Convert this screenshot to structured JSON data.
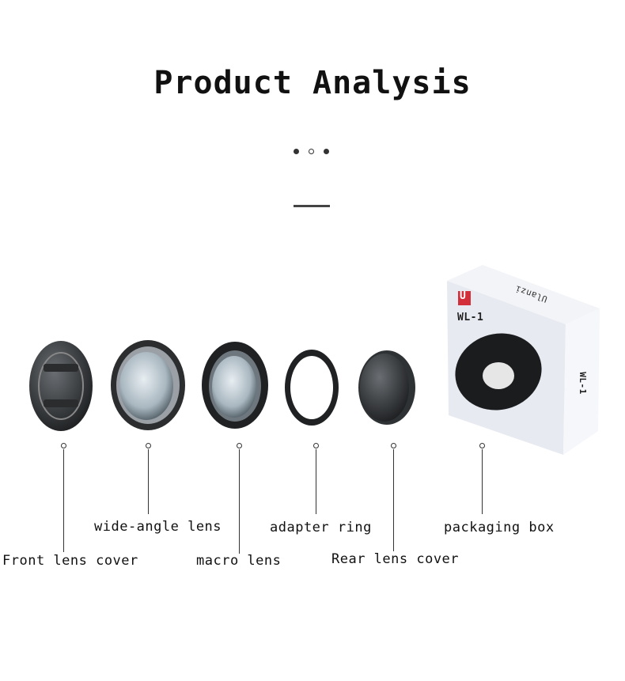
{
  "title": "Product Analysis",
  "box": {
    "brand": "Ulanzi",
    "logo": "U",
    "model": "WL-1"
  },
  "callouts": [
    {
      "label": "Front lens cover"
    },
    {
      "label": "wide-angle lens"
    },
    {
      "label": "macro lens"
    },
    {
      "label": "adapter ring"
    },
    {
      "label": "Rear lens cover"
    },
    {
      "label": "packaging box"
    }
  ],
  "colors": {
    "logo_red": "#d32f3a",
    "text": "#111111"
  }
}
